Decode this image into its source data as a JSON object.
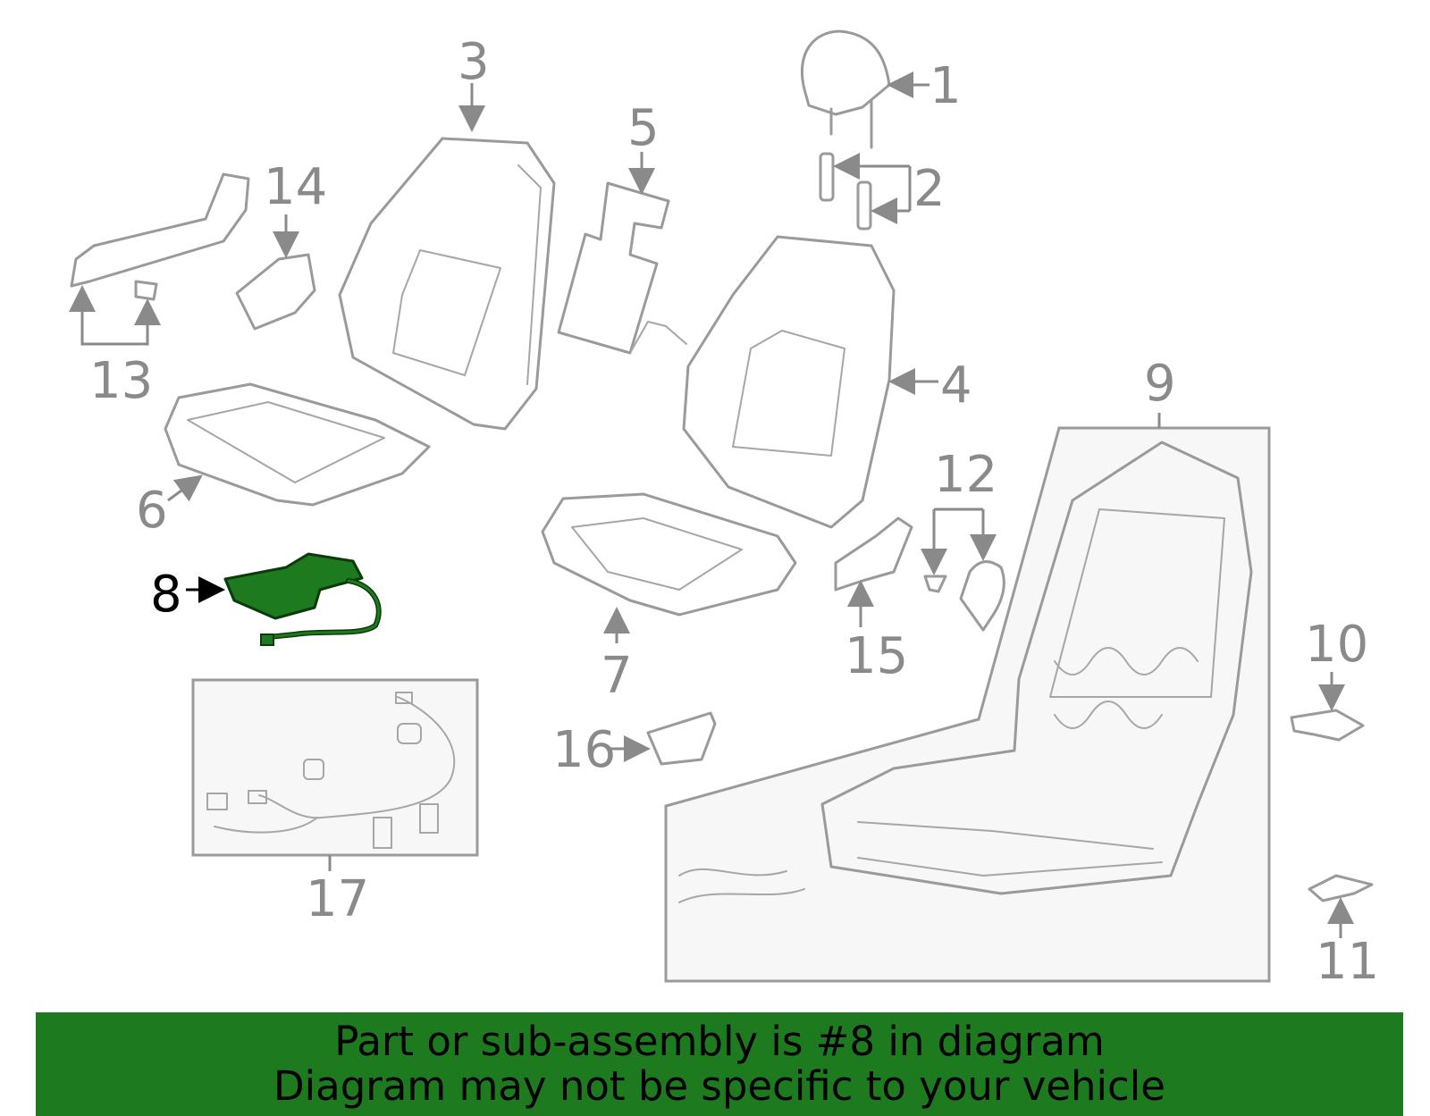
{
  "highlighted_part": "8",
  "callouts": [
    "1",
    "2",
    "3",
    "4",
    "5",
    "6",
    "7",
    "8",
    "9",
    "10",
    "11",
    "12",
    "13",
    "14",
    "15",
    "16",
    "17"
  ],
  "colors": {
    "highlight": "#1e7a1e",
    "banner": "#1e7a1e",
    "line_art": "#9a9a9a",
    "callout_text": "#8a8a8a"
  },
  "banner": {
    "line1": "Part or sub-assembly is #8 in diagram",
    "line2": "Diagram may not be specific to your vehicle"
  }
}
